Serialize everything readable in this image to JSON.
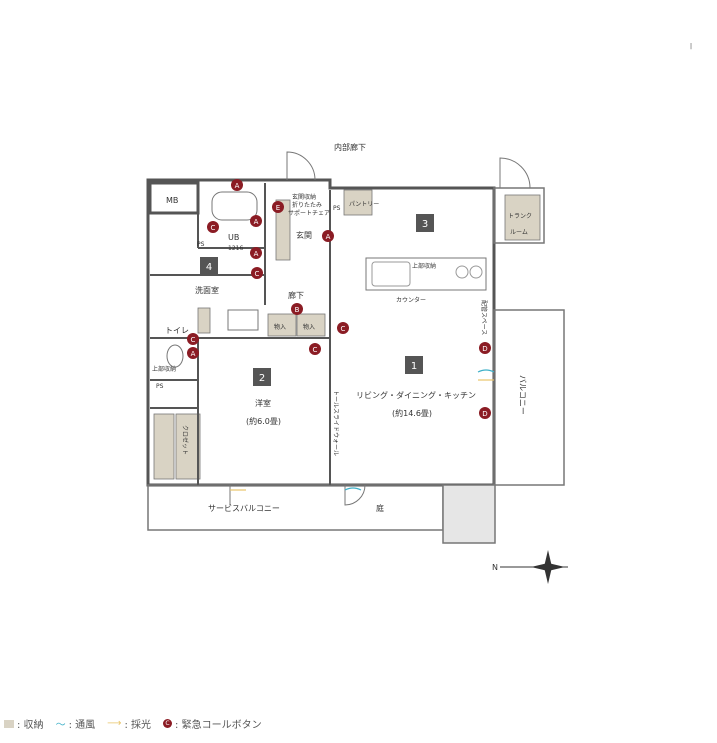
{
  "corner_mark": "|",
  "labels": {
    "inner_corridor": "内部廊下",
    "mb": "MB",
    "ub": "UB",
    "ub_size": "1216",
    "ps1": "PS",
    "ps2": "PS",
    "ps3": "PS",
    "genkan": "玄関",
    "genkan_storage": "玄関収納",
    "genkan_storage2": "折りたたみ",
    "genkan_storage3": "サポートチェア",
    "pantry": "パントリー",
    "trunk_room1": "トランク",
    "trunk_room2": "ルーム",
    "washroom": "洗面室",
    "hallway": "廊下",
    "toilet": "トイレ",
    "storage_a": "物入",
    "storage_b": "物入",
    "kitchen_upper": "上部収納",
    "counter": "カウンター",
    "aircon_space": "配管スペース",
    "balcony": "バルコニー",
    "western_room": "洋室",
    "western_room_size": "(約6.0畳)",
    "ldk": "リビング・ダイニング・キッチン",
    "ldk_size": "(約14.6畳)",
    "wall_door": "トールスライドウォール",
    "closet": "クロゼット",
    "service_balcony": "サービスバルコニー",
    "garden": "庭",
    "upper_storage_toilet": "上部収納",
    "north": "N"
  },
  "room_numbers": [
    "1",
    "2",
    "3",
    "4"
  ],
  "call_buttons": [
    "A",
    "A",
    "A",
    "A",
    "A",
    "B",
    "C",
    "C",
    "C",
    "C",
    "C",
    "C",
    "D",
    "D",
    "E"
  ],
  "legend": {
    "storage": ": 収納",
    "ventilation": ": 通風",
    "lighting": ": 採光",
    "call_button": ": 緊急コールボタン",
    "call_button_badge": "C"
  },
  "colors": {
    "wall": "#555555",
    "storage": "#d9d3c4",
    "badge": "#8b1c24",
    "room_number_bg": "#555555"
  }
}
